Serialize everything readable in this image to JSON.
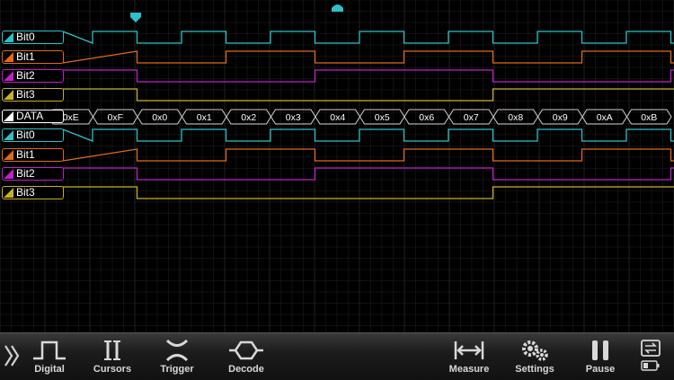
{
  "colors": {
    "bit0": "#2fc0c8",
    "bit1": "#e06a1e",
    "bit2": "#c020c8",
    "bit3": "#c8b028",
    "data": "#ffffff",
    "grid": "#2a2a2a",
    "marker": "#2fc0c8"
  },
  "channels_top": [
    {
      "label": "Bit0",
      "color_key": "bit0"
    },
    {
      "label": "Bit1",
      "color_key": "bit1"
    },
    {
      "label": "Bit2",
      "color_key": "bit2"
    },
    {
      "label": "Bit3",
      "color_key": "bit3"
    }
  ],
  "decode": {
    "label": "DATA",
    "values": [
      "0xE",
      "0xF",
      "0x0",
      "0x1",
      "0x2",
      "0x3",
      "0x4",
      "0x5",
      "0x6",
      "0x7",
      "0x8",
      "0x9",
      "0xA",
      "0xB"
    ]
  },
  "channels_bottom": [
    {
      "label": "Bit0",
      "color_key": "bit0"
    },
    {
      "label": "Bit1",
      "color_key": "bit1"
    },
    {
      "label": "Bit2",
      "color_key": "bit2"
    },
    {
      "label": "Bit3",
      "color_key": "bit3"
    }
  ],
  "toolbar": {
    "expand_icon": "double-chevron-right-icon",
    "digital": "Digital",
    "cursors": "Cursors",
    "trigger": "Trigger",
    "decode": "Decode",
    "measure": "Measure",
    "settings": "Settings",
    "pause": "Pause"
  }
}
